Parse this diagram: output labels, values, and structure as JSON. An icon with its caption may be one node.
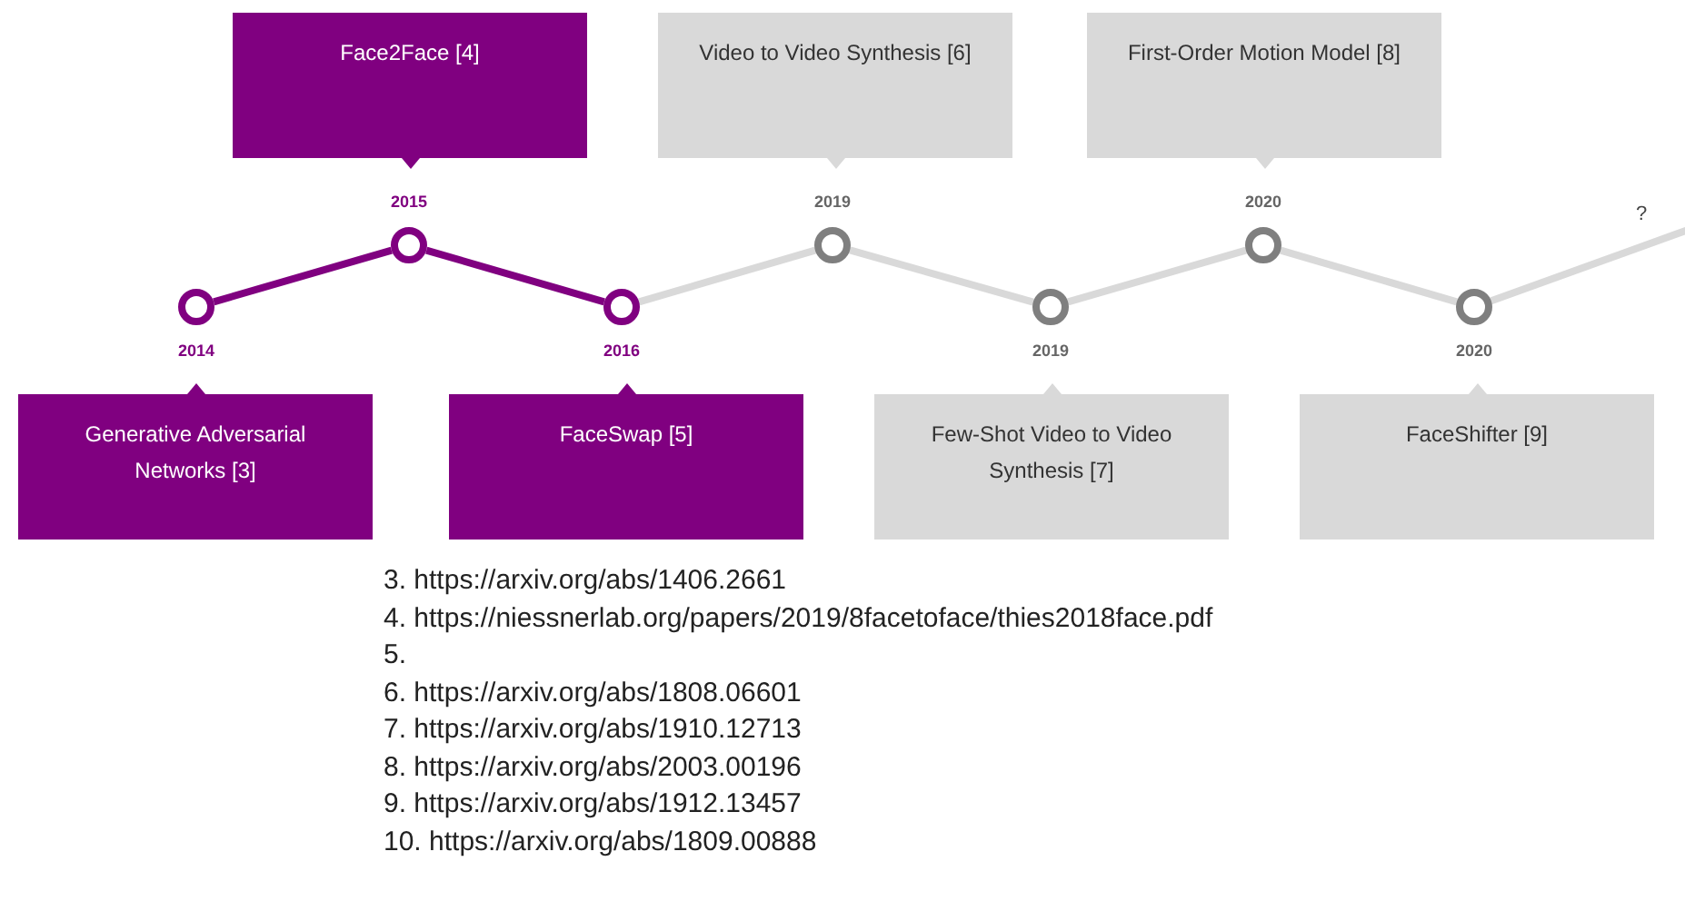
{
  "diagram": {
    "nodes": [
      {
        "text": [
          "Face2Face [4]"
        ]
      },
      {
        "text": [
          "Video to Video Synthesis [6]"
        ]
      },
      {
        "text": [
          "First-Order Motion Model [8]"
        ]
      },
      {
        "text": [
          "Generative Adversarial Networks [3]"
        ]
      },
      {
        "text": [
          "FaceSwap [5]"
        ]
      },
      {
        "text": [
          "Few-Shot Video to Video Synthesis [7]"
        ]
      },
      {
        "text": [
          "FaceShifter [9]"
        ]
      },
      {
        "text": [],
        "shape": "circle",
        "beside": [
          "2014"
        ]
      },
      {
        "text": [],
        "shape": "circle",
        "beside": [
          "2015"
        ]
      },
      {
        "text": [],
        "shape": "circle",
        "beside": [
          "2016"
        ]
      },
      {
        "text": [],
        "shape": "circle",
        "beside": [
          "2019"
        ]
      },
      {
        "text": [],
        "shape": "circle",
        "beside": [
          "2019"
        ]
      },
      {
        "text": [],
        "shape": "circle",
        "beside": [
          "2020"
        ]
      },
      {
        "text": [],
        "shape": "circle",
        "beside": [
          "2020"
        ]
      }
    ],
    "edges": [
      {
        "from": 7,
        "to": 8,
        "arrow": "none",
        "color": "#800080"
      },
      {
        "from": 8,
        "to": 9,
        "arrow": "none",
        "color": "#800080"
      },
      {
        "from": 9,
        "to": 10,
        "arrow": "none"
      },
      {
        "from": 10,
        "to": 11,
        "arrow": "none"
      },
      {
        "from": 11,
        "to": 12,
        "arrow": "none"
      },
      {
        "from": 12,
        "to": 13,
        "arrow": "none"
      },
      {
        "from": 13,
        "to": null,
        "arrow": "none"
      }
    ],
    "labels": [
      "?",
      "3. https://arxiv.org/abs/1406.2661",
      "4. https://niessnerlab.org/papers/2019/8facetoface/thies2018face.pdf",
      "5.",
      "6. https://arxiv.org/abs/1808.06601",
      "7. https://arxiv.org/abs/1910.12713",
      "8. https://arxiv.org/abs/2003.00196",
      "9. https://arxiv.org/abs/1912.13457",
      "10. https://arxiv.org/abs/1809.00888"
    ]
  }
}
